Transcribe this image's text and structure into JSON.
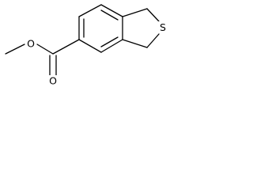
{
  "molecule": {
    "atoms": {
      "o_ether": "O",
      "o_carbonyl": "O",
      "s_ring": "S"
    }
  }
}
